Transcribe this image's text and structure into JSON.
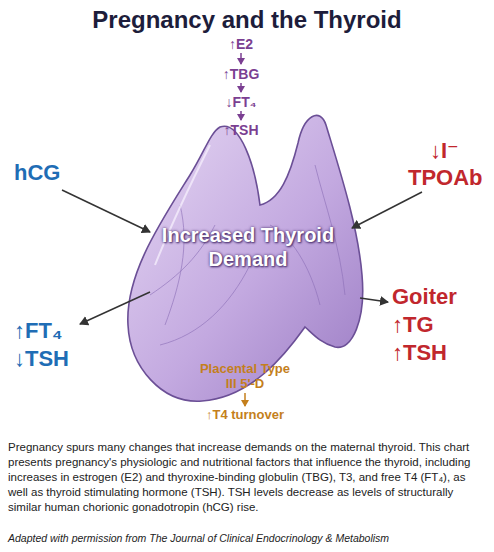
{
  "diagram": {
    "title": "Pregnancy and the Thyroid",
    "caption": "Pregnancy spurs many changes that increase demands on the maternal thyroid. This chart presents pregnancy's physiologic and nutritional factors that influence the thyroid, including increases in estrogen (E2) and thyroxine-binding globulin (TBG), T3, and free T4 (FT₄), as well as thyroid stimulating hormone (TSH). TSH levels decrease as levels of structurally similar human chorionic gonadotropin (hCG) rise.",
    "nodes": [
      {
        "text": [
          "Increased Thyroid Demand"
        ]
      }
    ],
    "labels": [
      "↑E2",
      "↑TBG",
      "↓FT₄",
      "↑TSH",
      "hCG",
      "↓I⁻",
      "TPOAb",
      "Goiter",
      "↑TG",
      "↑TSH",
      "↑FT₄",
      "↓TSH",
      "Placental Type III 5'-D",
      "↑T4 turnover",
      "Adapted with permission from The Journal of Clinical Endocrinology & Metabolism"
    ]
  }
}
